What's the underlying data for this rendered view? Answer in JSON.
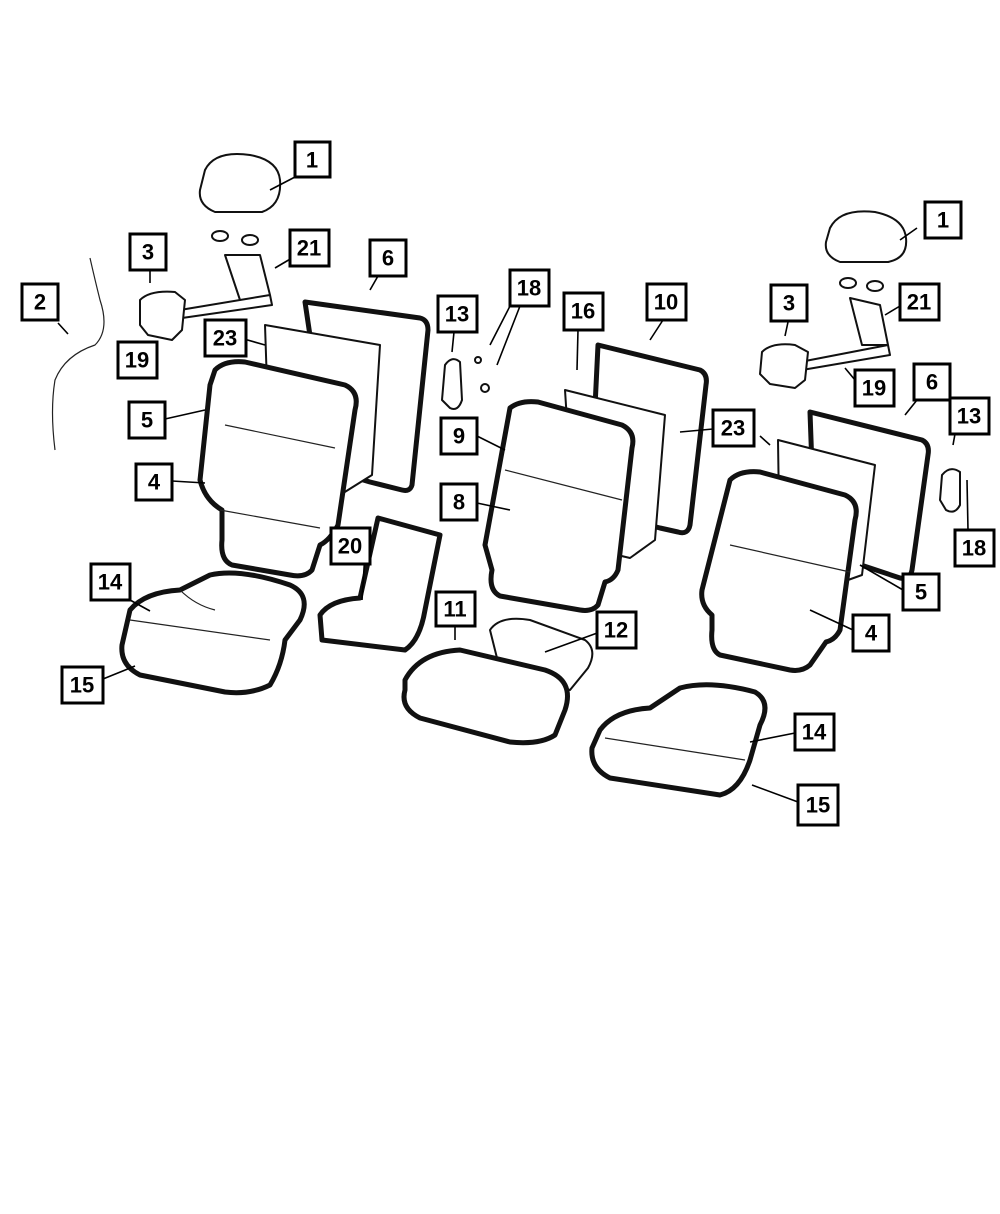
{
  "diagram": {
    "callouts": [
      {
        "id": "c1a",
        "label": "1"
      },
      {
        "id": "c1b",
        "label": "1"
      },
      {
        "id": "c2",
        "label": "2"
      },
      {
        "id": "c3a",
        "label": "3"
      },
      {
        "id": "c3b",
        "label": "3"
      },
      {
        "id": "c4a",
        "label": "4"
      },
      {
        "id": "c4b",
        "label": "4"
      },
      {
        "id": "c5a",
        "label": "5"
      },
      {
        "id": "c5b",
        "label": "5"
      },
      {
        "id": "c6a",
        "label": "6"
      },
      {
        "id": "c6b",
        "label": "6"
      },
      {
        "id": "c8",
        "label": "8"
      },
      {
        "id": "c9",
        "label": "9"
      },
      {
        "id": "c10",
        "label": "10"
      },
      {
        "id": "c11",
        "label": "11"
      },
      {
        "id": "c12",
        "label": "12"
      },
      {
        "id": "c13a",
        "label": "13"
      },
      {
        "id": "c13b",
        "label": "13"
      },
      {
        "id": "c14a",
        "label": "14"
      },
      {
        "id": "c14b",
        "label": "14"
      },
      {
        "id": "c15a",
        "label": "15"
      },
      {
        "id": "c15b",
        "label": "15"
      },
      {
        "id": "c16",
        "label": "16"
      },
      {
        "id": "c18a",
        "label": "18"
      },
      {
        "id": "c18b",
        "label": "18"
      },
      {
        "id": "c19a",
        "label": "19"
      },
      {
        "id": "c19b",
        "label": "19"
      },
      {
        "id": "c20",
        "label": "20"
      },
      {
        "id": "c21a",
        "label": "21"
      },
      {
        "id": "c21b",
        "label": "21"
      },
      {
        "id": "c23a",
        "label": "23"
      },
      {
        "id": "c23b",
        "label": "23"
      }
    ]
  }
}
